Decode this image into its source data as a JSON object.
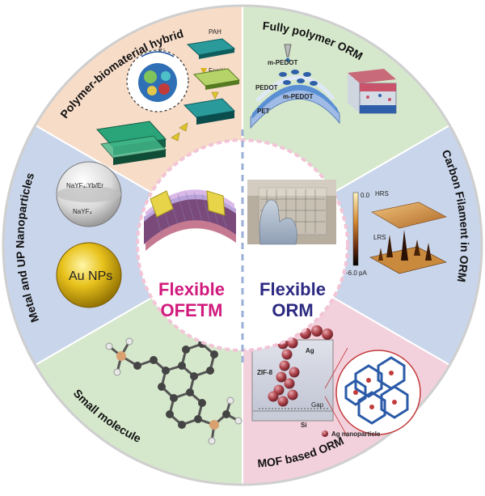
{
  "colors": {
    "peach": "#f7dcc8",
    "green": "#d6e8cc",
    "blue": "#c9d5ea",
    "pink": "#f3d1dc",
    "border": "#d7d7d7",
    "center_ring": "#f2c4d6",
    "ofetm_text": "#d11a7d",
    "orm_text": "#2d2a82",
    "divider": "#9bb0d8"
  },
  "segments": {
    "polymer_biomaterial": {
      "label": "Polymer-biomaterial hybrid",
      "pah": "PAH",
      "ferritin": "Ferritin",
      "electron": "e⁻"
    },
    "fully_polymer": {
      "label": "Fully polymer ORM",
      "m_pedot_top": "m-PEDOT",
      "pedot": "PEDOT",
      "m_pedot": "m-PEDOT",
      "pet": "PET"
    },
    "carbon_filament": {
      "label": "Carbon Filament in ORM",
      "hrs": "HRS",
      "lrs": "LRS",
      "scale_top": "0.0",
      "scale_bottom": "-6.0 pA"
    },
    "mof": {
      "label": "MOF based ORM",
      "ag": "Ag",
      "zif": "ZIF-8",
      "gap": "Gap",
      "si": "Si",
      "nanoparticle": "Ag nanoparticle"
    },
    "small_molecule": {
      "label": "Small molecule"
    },
    "metal_up": {
      "label": "Metal and UP Nanoparticles",
      "nayf4_yb_er": "NaYF₄:Yb/Er",
      "nayf4": "NaYF₄",
      "au_nps": "Au NPs"
    }
  },
  "center": {
    "left_line1": "Flexible",
    "left_line2": "OFETM",
    "right_line1": "Flexible",
    "right_line2": "ORM"
  }
}
